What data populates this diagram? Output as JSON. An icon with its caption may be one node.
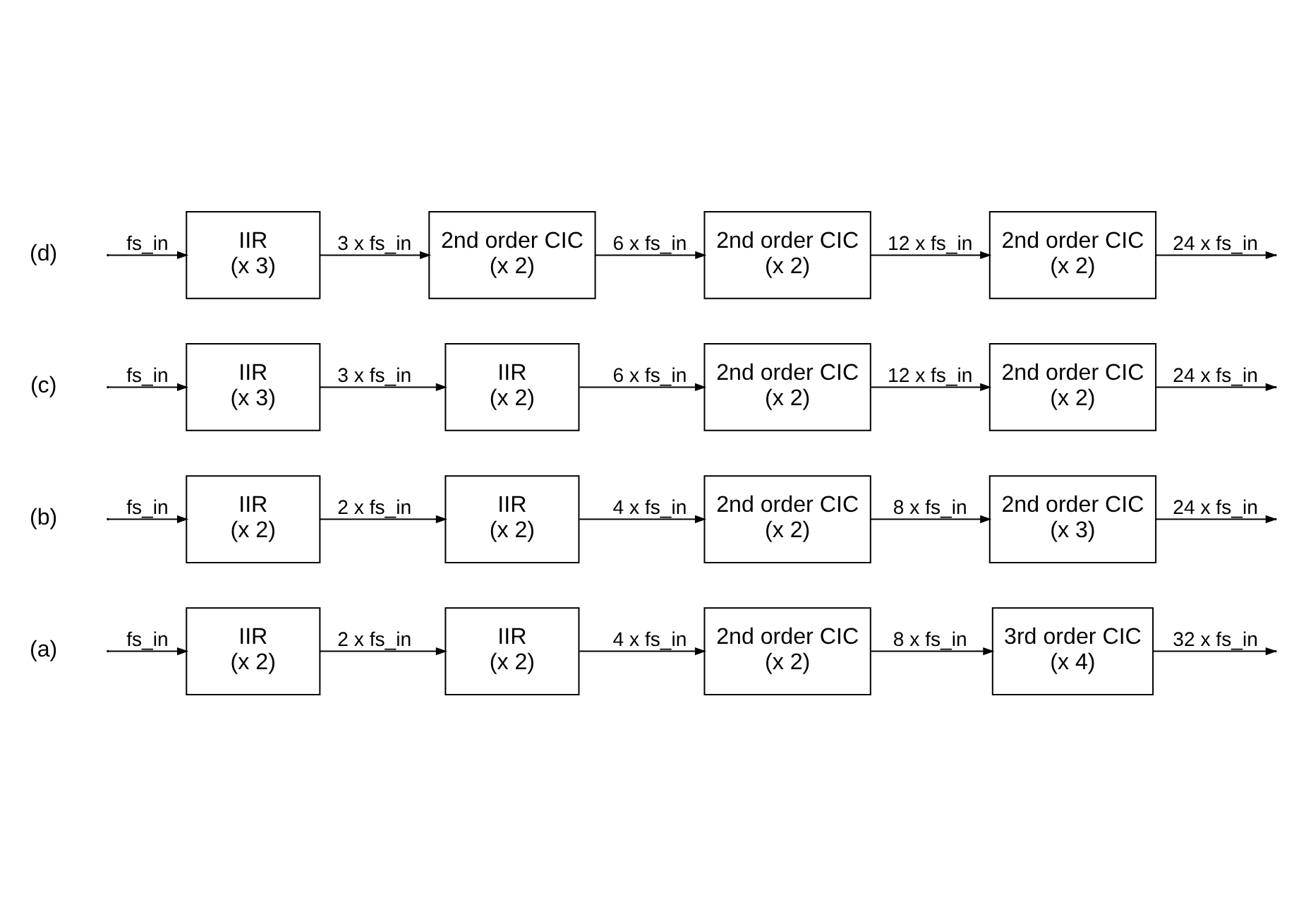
{
  "diagram": {
    "nodes": [
      {
        "text": [
          "IIR",
          "(x 2)"
        ]
      },
      {
        "text": [
          "IIR",
          "(x 2)"
        ]
      },
      {
        "text": [
          "2nd order CIC",
          "(x 2)"
        ]
      },
      {
        "text": [
          "3rd order CIC",
          "(x 4)"
        ]
      },
      {
        "text": [
          "IIR",
          "(x 2)"
        ]
      },
      {
        "text": [
          "IIR",
          "(x 2)"
        ]
      },
      {
        "text": [
          "2nd order CIC",
          "(x 2)"
        ]
      },
      {
        "text": [
          "2nd order CIC",
          "(x 3)"
        ]
      },
      {
        "text": [
          "IIR",
          "(x 3)"
        ]
      },
      {
        "text": [
          "IIR",
          "(x 2)"
        ]
      },
      {
        "text": [
          "2nd order CIC",
          "(x 2)"
        ]
      },
      {
        "text": [
          "2nd order CIC",
          "(x 2)"
        ]
      },
      {
        "text": [
          "IIR",
          "(x 3)"
        ]
      },
      {
        "text": [
          "2nd order CIC",
          "(x 2)"
        ]
      },
      {
        "text": [
          "2nd order CIC",
          "(x 2)"
        ]
      },
      {
        "text": [
          "2nd order CIC",
          "(x 2)"
        ]
      }
    ],
    "edges": [
      {
        "from": null,
        "to": 0,
        "arrow": "to",
        "label": "fs_in"
      },
      {
        "from": 0,
        "to": 1,
        "arrow": "to",
        "label": "2 x fs_in"
      },
      {
        "from": 1,
        "to": 2,
        "arrow": "to",
        "label": "4 x fs_in"
      },
      {
        "from": 2,
        "to": 3,
        "arrow": "to",
        "label": "8 x fs_in"
      },
      {
        "from": 3,
        "to": null,
        "arrow": "to",
        "label": "32 x fs_in"
      },
      {
        "from": null,
        "to": 4,
        "arrow": "to",
        "label": "fs_in"
      },
      {
        "from": 4,
        "to": 5,
        "arrow": "to",
        "label": "2 x fs_in"
      },
      {
        "from": 5,
        "to": 6,
        "arrow": "to",
        "label": "4 x fs_in"
      },
      {
        "from": 6,
        "to": 7,
        "arrow": "to",
        "label": "8 x fs_in"
      },
      {
        "from": 7,
        "to": null,
        "arrow": "to",
        "label": "24 x fs_in"
      },
      {
        "from": null,
        "to": 8,
        "arrow": "to",
        "label": "fs_in"
      },
      {
        "from": 8,
        "to": 9,
        "arrow": "to",
        "label": "3 x fs_in"
      },
      {
        "from": 9,
        "to": 10,
        "arrow": "to",
        "label": "6 x fs_in"
      },
      {
        "from": 10,
        "to": 11,
        "arrow": "to",
        "label": "12 x fs_in"
      },
      {
        "from": 11,
        "to": null,
        "arrow": "to",
        "label": "24 x fs_in"
      },
      {
        "from": null,
        "to": 12,
        "arrow": "to",
        "label": "fs_in"
      },
      {
        "from": 12,
        "to": 13,
        "arrow": "to",
        "label": "3 x fs_in"
      },
      {
        "from": 13,
        "to": 14,
        "arrow": "to",
        "label": "6 x fs_in"
      },
      {
        "from": 14,
        "to": 15,
        "arrow": "to",
        "label": "12 x fs_in"
      },
      {
        "from": 15,
        "to": null,
        "arrow": "to",
        "label": "24 x fs_in"
      }
    ],
    "labels": [
      "(a)",
      "(b)",
      "(c)",
      "(d)"
    ]
  }
}
